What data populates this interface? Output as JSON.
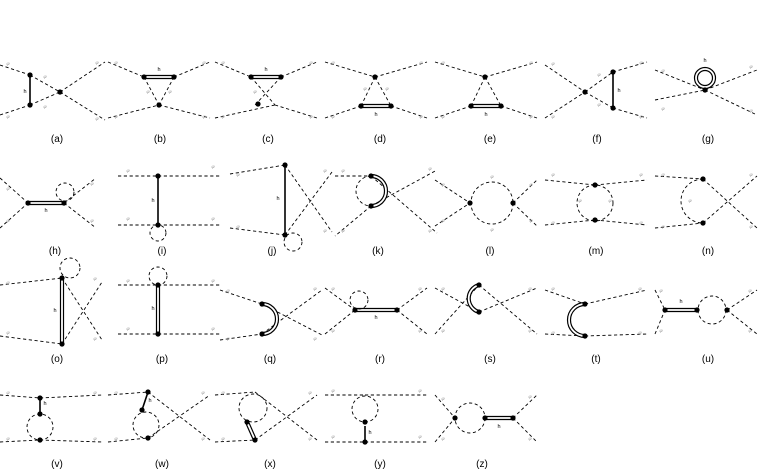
{
  "diagram": {
    "field_label": "φ",
    "h_label": "h",
    "panels": [
      {
        "key": "a",
        "caption": "(a)"
      },
      {
        "key": "b",
        "caption": "(b)"
      },
      {
        "key": "c",
        "caption": "(c)"
      },
      {
        "key": "d",
        "caption": "(d)"
      },
      {
        "key": "e",
        "caption": "(e)"
      },
      {
        "key": "f",
        "caption": "(f)"
      },
      {
        "key": "g",
        "caption": "(g)"
      },
      {
        "key": "h",
        "caption": "(h)"
      },
      {
        "key": "i",
        "caption": "(i)"
      },
      {
        "key": "j",
        "caption": "(j)"
      },
      {
        "key": "k",
        "caption": "(k)"
      },
      {
        "key": "l",
        "caption": "(l)"
      },
      {
        "key": "m",
        "caption": "(m)"
      },
      {
        "key": "n",
        "caption": "(n)"
      },
      {
        "key": "o",
        "caption": "(o)"
      },
      {
        "key": "p",
        "caption": "(p)"
      },
      {
        "key": "q",
        "caption": "(q)"
      },
      {
        "key": "r",
        "caption": "(r)"
      },
      {
        "key": "s",
        "caption": "(s)"
      },
      {
        "key": "t",
        "caption": "(t)"
      },
      {
        "key": "u",
        "caption": "(u)"
      },
      {
        "key": "v",
        "caption": "(v)"
      },
      {
        "key": "w",
        "caption": "(w)"
      },
      {
        "key": "x",
        "caption": "(x)"
      },
      {
        "key": "y",
        "caption": "(y)"
      },
      {
        "key": "z",
        "caption": "(z)"
      }
    ]
  }
}
